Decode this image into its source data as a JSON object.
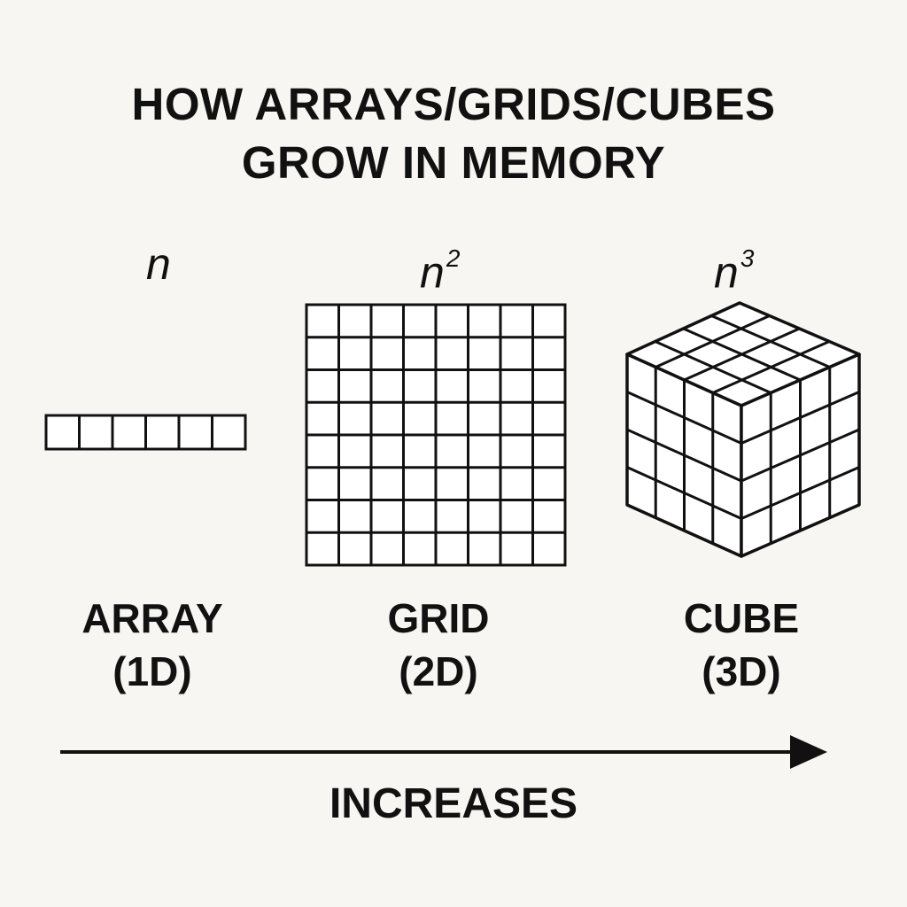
{
  "title": {
    "line1": "HOW ARRAYS/GRIDS/CUBES",
    "line2": "GROW IN MEMORY"
  },
  "columns": [
    {
      "exponent_base": "n",
      "exponent_power": "",
      "name": "ARRAY",
      "dimension": "(1D)"
    },
    {
      "exponent_base": "n",
      "exponent_power": "2",
      "name": "GRID",
      "dimension": "(2D)"
    },
    {
      "exponent_base": "n",
      "exponent_power": "3",
      "name": "CUBE",
      "dimension": "(3D)"
    }
  ],
  "footer": {
    "label": "INCREASES"
  },
  "colors": {
    "ink": "#111111",
    "background": "#f7f6f3",
    "cell_fill": "#ffffff"
  }
}
